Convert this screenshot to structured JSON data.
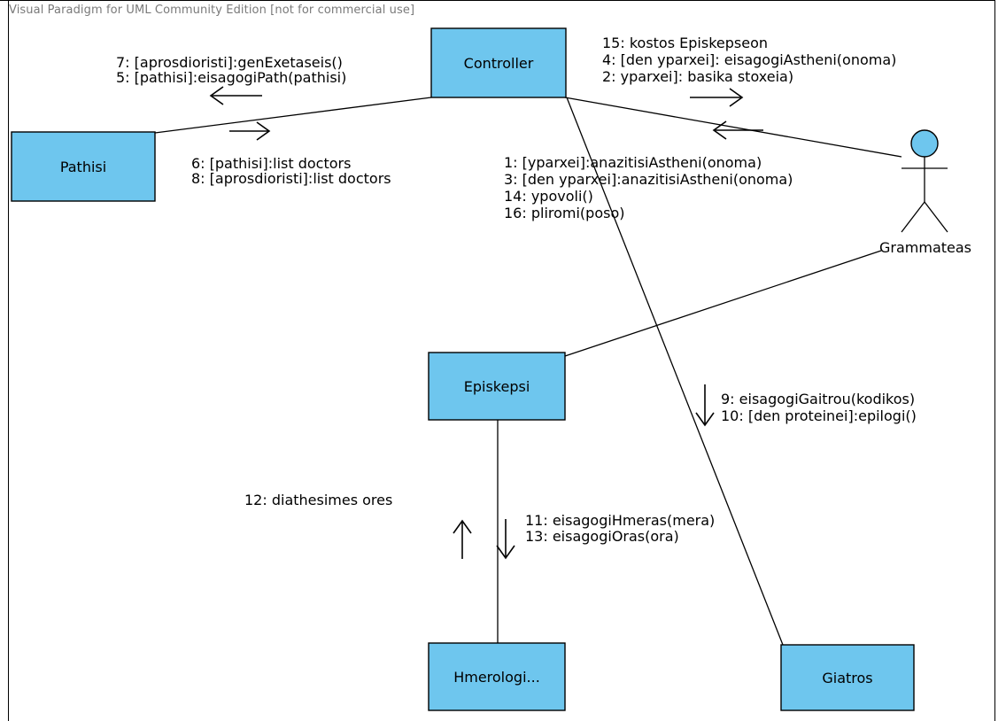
{
  "watermark": "Visual Paradigm for UML Community Edition [not for commercial use]",
  "objects": {
    "controller": "Controller",
    "pathisi": "Pathisi",
    "episkepsi": "Episkepsi",
    "hmerologio": "Hmerologi...",
    "giatros": "Giatros",
    "grammateas": "Grammateas"
  },
  "messages": {
    "controller_to_pathisi": [
      "7: [aprosdioristi]:genExetaseis()",
      "5: [pathisi]:eisagogiPath(pathisi)"
    ],
    "pathisi_to_controller": [
      "6: [pathisi]:list doctors",
      "8: [aprosdioristi]:list doctors"
    ],
    "controller_to_grammateas": [
      "15: kostos Episkepseon",
      "4: [den yparxei]: eisagogiAstheni(onoma)",
      "2: yparxei]: basika stoxeia)"
    ],
    "grammateas_to_controller": [
      "1: [yparxei]:anazitisiAstheni(onoma)",
      "3:   [den yparxei]:anazitisiAstheni(onoma)",
      "14: ypovoli()",
      "16: pliromi(poso)"
    ],
    "controller_to_giatros": [
      "9: eisagogiGaitrou(kodikos)",
      "10: [den proteinei]:epilogi()"
    ],
    "hmerologio_to_episkepsi": [
      "12: diathesimes ores"
    ],
    "episkepsi_to_hmerologio": [
      "11: eisagogiHmeras(mera)",
      "13: eisagogiOras(ora)"
    ]
  }
}
